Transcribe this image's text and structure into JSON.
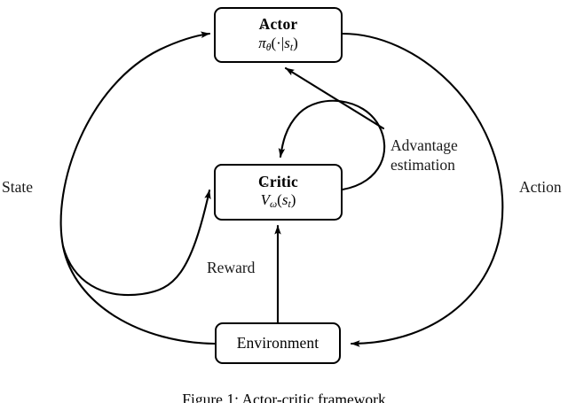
{
  "figure": {
    "caption": "Figure 1: Actor-critic framework",
    "background_color": "#ffffff",
    "line_color": "#000000"
  },
  "nodes": {
    "actor": {
      "title": "Actor",
      "formula_plain": "π̂_θ(·|s_t)",
      "policy_symbol": "π",
      "policy_hat": "ˆ",
      "policy_subscript": "θ",
      "policy_arg": "(·|",
      "policy_state": "s",
      "policy_state_sub": "t",
      "policy_close": ")"
    },
    "critic": {
      "title": "Critic",
      "formula_plain": "V̂_ω(s_t)",
      "value_symbol": "V",
      "value_hat": "ˆ",
      "value_subscript": "ω",
      "value_open": "(",
      "value_state": "s",
      "value_state_sub": "t",
      "value_close": ")"
    },
    "environment": {
      "title": "Environment"
    }
  },
  "edges": {
    "state": {
      "label": "State",
      "from": "Environment",
      "to": "Actor and Critic"
    },
    "action": {
      "label": "Action",
      "from": "Actor",
      "to": "Environment"
    },
    "reward": {
      "label": "Reward",
      "from": "Environment",
      "to": "Critic"
    },
    "advantage": {
      "label_line1": "Advantage",
      "label_line2": "estimation",
      "from": "Critic",
      "to": "Critic and Actor"
    }
  }
}
